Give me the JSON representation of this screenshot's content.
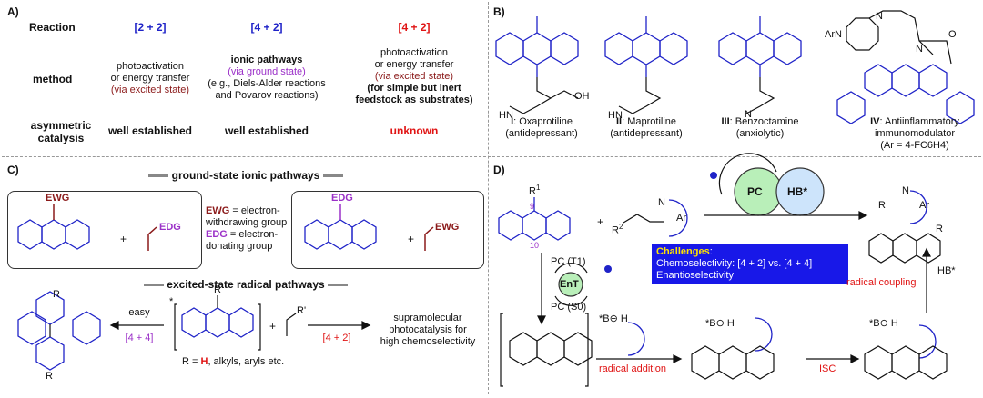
{
  "panelA": {
    "label": "A)",
    "rows": {
      "reaction": "Reaction",
      "method": "method",
      "asym1": "asymmetric",
      "asym2": "catalysis"
    },
    "cols": [
      {
        "header": "[2 + 2]",
        "m1": "photoactivation",
        "m2": "or energy transfer",
        "m3": "(via excited state)",
        "asym": "well established"
      },
      {
        "header": "[4 + 2]",
        "m1": "ionic pathways",
        "m2": "(via ground state)",
        "m3": "(e.g., Diels-Alder reactions",
        "m4": "and Povarov reactions)",
        "asym": "well established"
      },
      {
        "header": "[4 + 2]",
        "m1": "photoactivation",
        "m2": "or energy transfer",
        "m3": "(via excited state)",
        "m4": "(for simple but inert",
        "m5": "feedstock  as substrates)",
        "asym": "unknown"
      }
    ]
  },
  "panelB": {
    "label": "B)",
    "items": [
      {
        "id": "I",
        "name": ": Oxaprotiline",
        "cls": "(antidepressant)"
      },
      {
        "id": "II",
        "name": ": Maprotiline",
        "cls": "(antidepressant)"
      },
      {
        "id": "III",
        "name": ": Benzoctamine",
        "cls": "(anxiolytic)"
      },
      {
        "id": "IV",
        "name": ": Antiinflammatory",
        "cls": "immunomodulator",
        "extra": "(Ar = 4-FC6H4)"
      }
    ],
    "atoms": {
      "oh": "OH",
      "hn1": "HN",
      "hn2": "HN",
      "n": "N",
      "arn": "ArN",
      "n2": "N",
      "n3": "N",
      "o": "O"
    }
  },
  "panelC": {
    "label": "C)",
    "ground": "ground-state ionic pathways",
    "excited": "excited-state radical pathways",
    "ewg1": "EWG",
    "edg1": "EDG",
    "edg2": "EDG",
    "ewg2": "EWG",
    "plus1": "+",
    "plus2": "+",
    "legend": {
      "ewg": "EWG",
      "ewg_desc1": " = electron-",
      "ewg_desc2": "withdrawing group",
      "edg": "EDG",
      "edg_desc1": " = electron-",
      "edg_desc2": "donating group"
    },
    "easy": "easy",
    "p44": "[4 + 4]",
    "p42": "[4 + 2]",
    "r": "R",
    "r2": "R",
    "r3": "R",
    "rp": "R'",
    "star": "*",
    "plus3": "+",
    "rdef_pre": "R = ",
    "rdef_h": "H",
    "rdef_post": ", alkyls, aryls etc.",
    "supra1": "supramolecular",
    "supra2": "photocatalysis for",
    "supra3": "high chemoselectivity"
  },
  "panelD": {
    "label": "D)",
    "r1": "R",
    "sup1": "1",
    "pos9": "9",
    "pos10": "10",
    "r2": "R",
    "sup2": "2",
    "n": "N",
    "ar": "Ar",
    "plus": "+",
    "pc": "PC",
    "hb": "HB*",
    "pct1": "PC (T1)",
    "ent": "EnT",
    "pcs0": "PC (S0)",
    "challenges": {
      "title": "Challenges",
      "colon": ":",
      "line1": "Chemoselectivity: [4 + 2] vs. [4 + 4]",
      "line2": "Enantioselectivity"
    },
    "radical_coupling": "radical coupling",
    "hbstar": "HB*",
    "radical_addition": "radical addition",
    "isc": "ISC",
    "bh": "*B⊖ H",
    "bh2": "*B⊖ H",
    "bh3": "*B⊖ H",
    "prodR2": "R",
    "prodR1": "R",
    "prodN": "N",
    "prodAr": "Ar"
  },
  "colors": {
    "blue": "#1f23c8",
    "red": "#e01414",
    "darkred": "#8b1a1a",
    "purple": "#9b30c8",
    "pcGreen": "#b9efb9",
    "hbBlue": "#cde4fb",
    "challengeBg": "#1818e8",
    "challengeTitle": "#ffe400"
  }
}
